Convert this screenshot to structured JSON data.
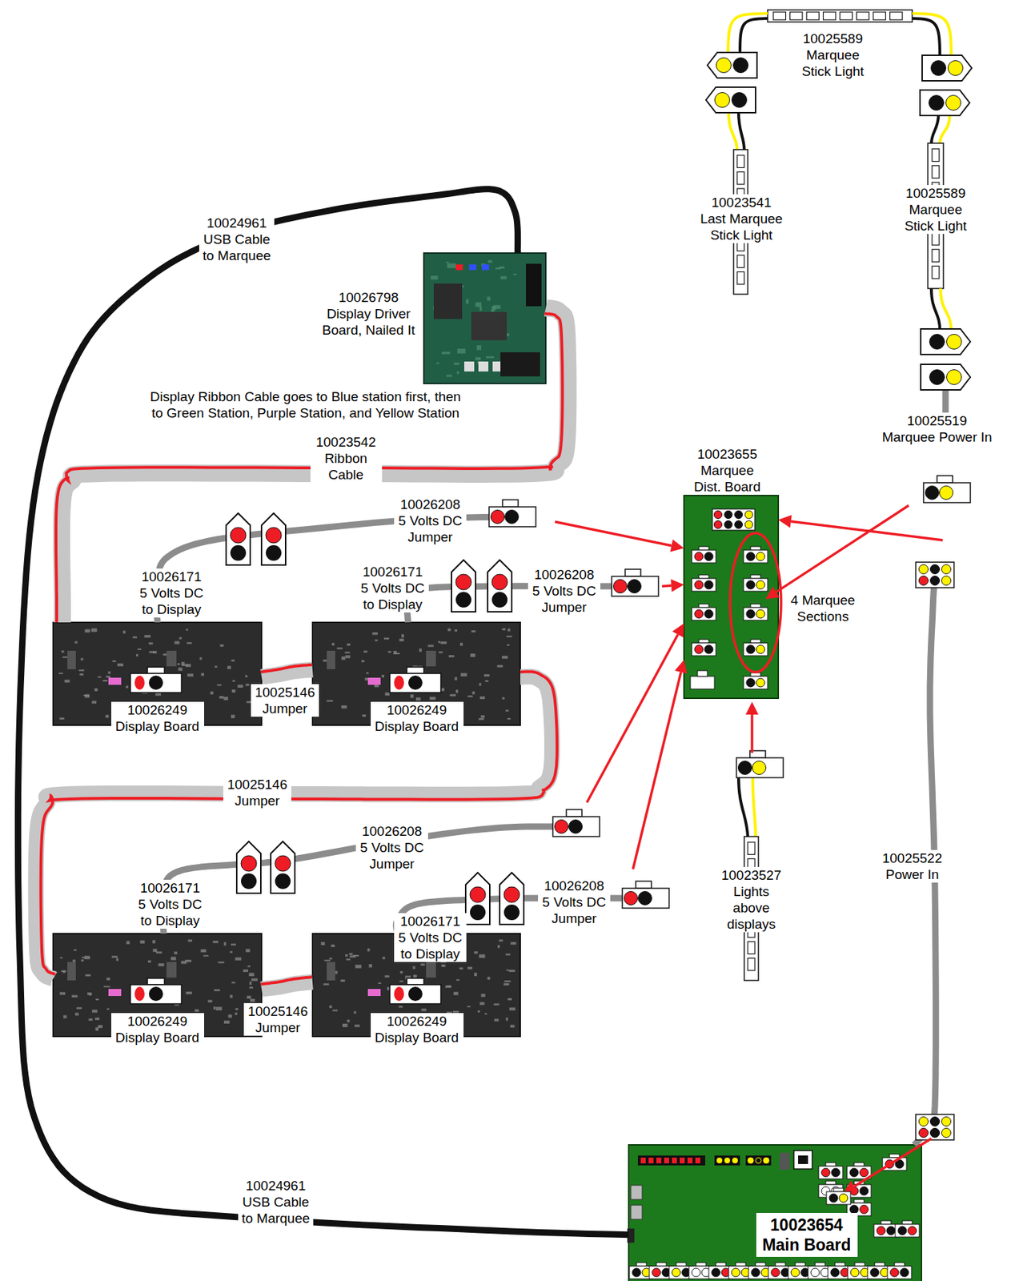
{
  "diagram": {
    "nodes": [
      {
        "text": [
          "10026798 Display Driver Board, Nailed It"
        ]
      },
      {
        "text": [
          "10023655 Marquee Dist. Board"
        ]
      },
      {
        "text": [
          "10026249 Display Board"
        ]
      },
      {
        "text": [
          "10026249 Display Board"
        ]
      },
      {
        "text": [
          "10026249 Display Board"
        ]
      },
      {
        "text": [
          "10026249 Display Board"
        ]
      },
      {
        "text": [
          "10023654 Main Board"
        ]
      }
    ],
    "edges": [
      {
        "from": 0,
        "to": 6,
        "label": "10024961 USB Cable to Marquee",
        "arrow": "none"
      },
      {
        "from": 0,
        "to": 2,
        "label": "10023542 Ribbon Cable",
        "arrow": "none"
      },
      {
        "from": 2,
        "to": 3,
        "label": "10025146 Jumper",
        "arrow": "none"
      },
      {
        "from": 3,
        "to": 4,
        "label": "10025146 Jumper",
        "arrow": "none"
      },
      {
        "from": 4,
        "to": 5,
        "label": "10025146 Jumper",
        "arrow": "none"
      },
      {
        "from": 2,
        "to": 1,
        "label": "10026208 5 Volts DC Jumper",
        "arrow": "to"
      },
      {
        "from": 3,
        "to": 1,
        "label": "10026208 5 Volts DC Jumper",
        "arrow": "to"
      },
      {
        "from": 4,
        "to": 1,
        "label": "10026208 5 Volts DC Jumper",
        "arrow": "to"
      },
      {
        "from": 5,
        "to": 1,
        "label": "10026208 5 Volts DC Jumper",
        "arrow": "to"
      },
      {
        "from": 6,
        "to": 1,
        "label": "10025522 Power In",
        "arrow": "to"
      }
    ],
    "labels": [
      "10025589 Marquee Stick Light",
      "10023541 Last Marquee Stick Light",
      "10025589 Marquee Stick Light",
      "10025519 Marquee Power In",
      "Display Ribbon Cable goes to Blue station first, then to Green Station, Purple Station, and Yellow Station",
      "10026171 5 Volts DC to Display",
      "10026171 5 Volts DC to Display",
      "10026171 5 Volts DC to Display",
      "10026171 5 Volts DC to Display",
      "4 Marquee Sections",
      "10023527 Lights above displays",
      "10024961 USB Cable to Marquee"
    ]
  }
}
